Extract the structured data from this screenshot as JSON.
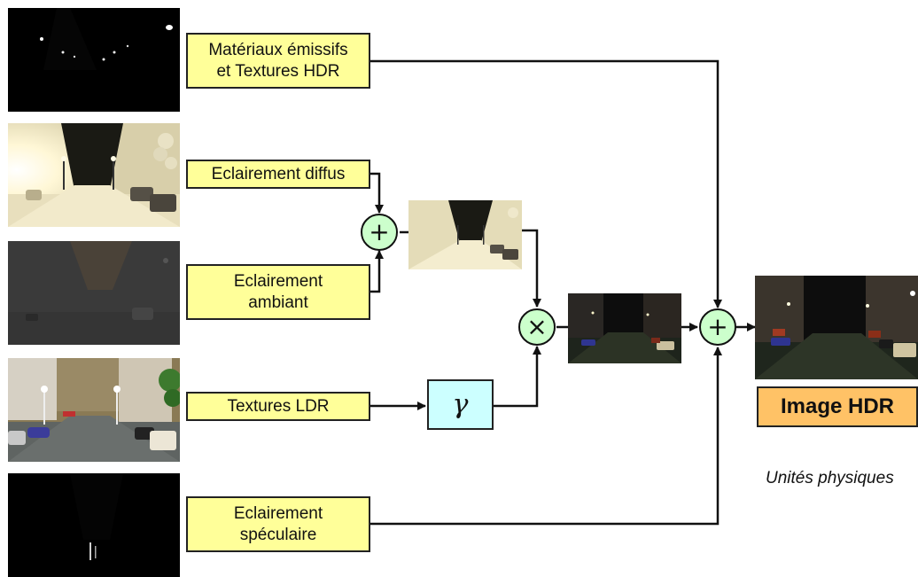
{
  "layers": [
    {
      "id": "emissive",
      "label": "Matériaux émissifs\net Textures HDR"
    },
    {
      "id": "diffuse",
      "label": "Eclairement diffus"
    },
    {
      "id": "ambient",
      "label": "Eclairement\nambiant"
    },
    {
      "id": "textures_ldr",
      "label": "Textures LDR"
    },
    {
      "id": "specular",
      "label": "Eclairement\nspéculaire"
    }
  ],
  "operators": {
    "add_light": "+",
    "multiply": "×",
    "add_final": "+",
    "gamma": "γ"
  },
  "result": {
    "title": "Image HDR",
    "units": "Unités physiques"
  }
}
